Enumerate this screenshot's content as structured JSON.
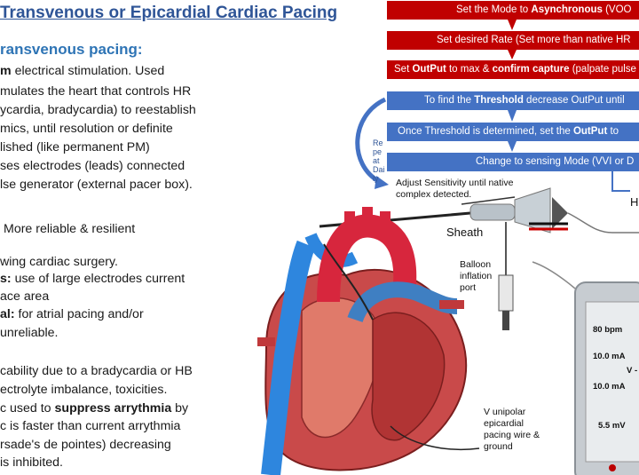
{
  "title": "Transvenous or Epicardial Cardiac Pacing",
  "subtitle": "ransvenous pacing:",
  "left_text": [
    {
      "b": "m",
      "t": " electrical stimulation. Used"
    },
    {
      "b": "",
      "t": "mulates the heart that controls HR"
    },
    {
      "b": "",
      "t": "ycardia, bradycardia) to reestablish"
    },
    {
      "b": "",
      "t": "mics, until resolution or definite"
    },
    {
      "b": "",
      "t": "lished (like permanent PM)"
    },
    {
      "b": "",
      "t": "ses electrodes (leads) connected"
    },
    {
      "b": "",
      "t": "lse generator (external pacer box)."
    },
    {
      "b": "",
      "t": "More reliable & resilient"
    },
    {
      "b": "",
      "t": "wing cardiac surgery."
    },
    {
      "b": "s:",
      "t": " use of large electrodes current"
    },
    {
      "b": "",
      "t": "ace area"
    },
    {
      "b": "al:",
      "t": " for atrial pacing and/or"
    },
    {
      "b": "",
      "t": "unreliable."
    },
    {
      "b": "",
      "t": "cability due to a bradycardia or HB"
    },
    {
      "b": "",
      "t": "ectrolyte imbalance, toxicities."
    },
    {
      "b": "",
      "t": "c used to "
    },
    {
      "b": "",
      "t": "c is faster than current arrythmia"
    },
    {
      "b": "",
      "t": "rsade's de pointes) decreasing"
    },
    {
      "b": "",
      "t": "is inhibited."
    }
  ],
  "suppress_bold": "suppress arrythmia",
  "suppress_after": " by",
  "steps": [
    {
      "color": "red",
      "parts": [
        "Set the Mode to ",
        "Asynchronous",
        " (VOO"
      ]
    },
    {
      "color": "red",
      "parts": [
        "Set desired Rate (Set more than native HR",
        "",
        ""
      ]
    },
    {
      "color": "red",
      "parts": [
        "Set ",
        "OutPut",
        " to max & ",
        "confirm capture",
        " (palpate pulse"
      ]
    },
    {
      "color": "blue",
      "parts": [
        "To find the ",
        "Threshold",
        " decrease OutPut until"
      ]
    },
    {
      "color": "blue",
      "parts": [
        "Once Threshold is determined, set the ",
        "OutPut",
        " to"
      ]
    },
    {
      "color": "blue",
      "parts": [
        "Change to sensing Mode (VVI or D",
        "",
        ""
      ]
    }
  ],
  "repeat_label": "Repeat Daily",
  "adjust_text_1": "Adjust Sensitivity until native",
  "adjust_text_2": "complex detected.",
  "sheath_label": "Sheath",
  "balloon_1": "Balloon",
  "balloon_2": "inflation",
  "balloon_3": "port",
  "epi_1": "V unipolar",
  "epi_2": "epicardial",
  "epi_3": "pacing wire &",
  "epi_4": "ground",
  "letter_h": "H",
  "pacer": {
    "rate": "80 bpm",
    "a_output": "10.0 mA",
    "v_output": "10.0 mA",
    "sensitivity": "5.5 mV",
    "v_label": "V -"
  },
  "colors": {
    "red": "#c00000",
    "blue": "#4472c4",
    "title": "#2f5597",
    "artery": "#d7263d",
    "vein": "#2e86de"
  }
}
